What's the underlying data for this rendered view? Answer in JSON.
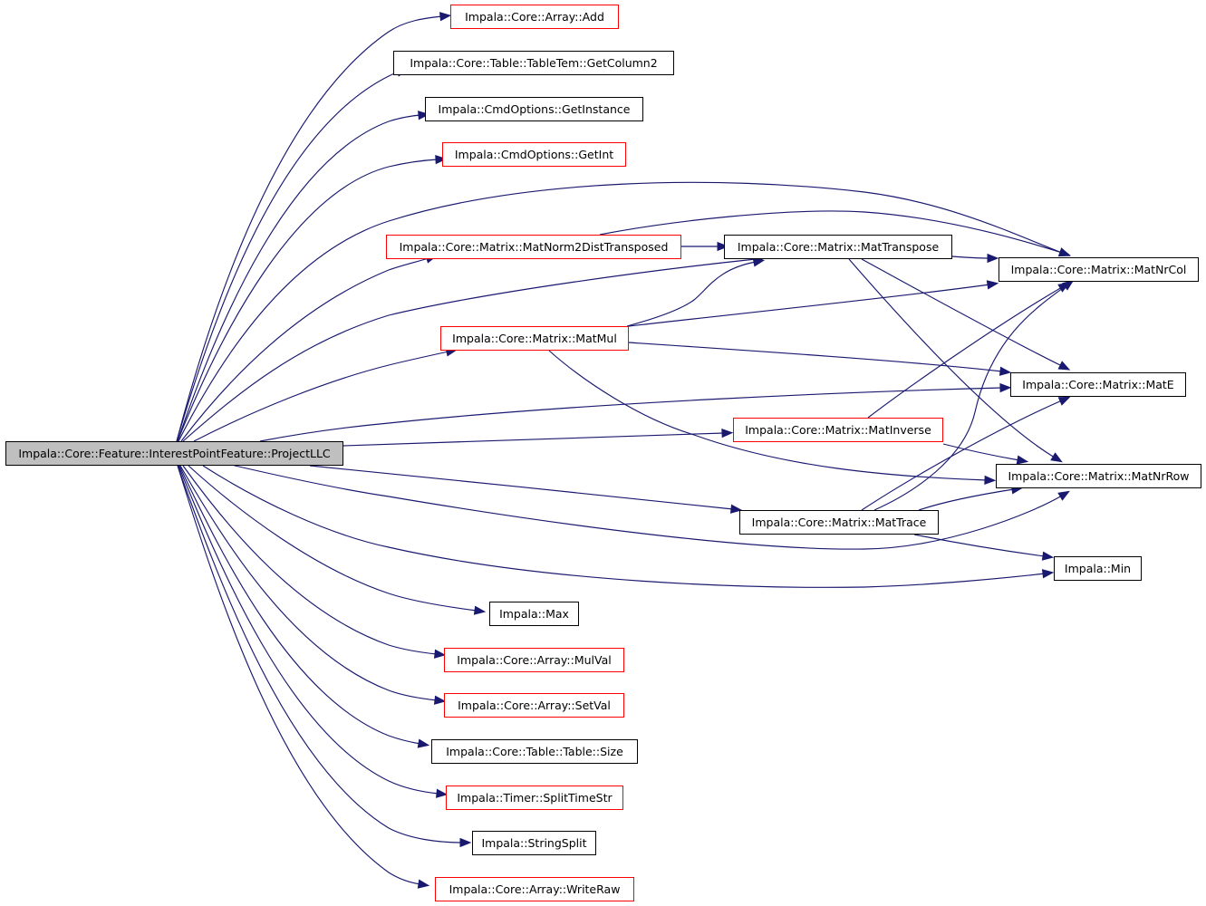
{
  "colors": {
    "edge": "#191970",
    "node_border": "#000000",
    "node_border_incomplete": "#ff0000",
    "root_fill": "#bfbfbf"
  },
  "nodes": {
    "project_llc": {
      "label": "Impala::Core::Feature::InterestPointFeature::ProjectLLC"
    },
    "array_add": {
      "label": "Impala::Core::Array::Add"
    },
    "tabletem_getcolumn2": {
      "label": "Impala::Core::Table::TableTem::GetColumn2"
    },
    "cmdoptions_getinstance": {
      "label": "Impala::CmdOptions::GetInstance"
    },
    "cmdoptions_getint": {
      "label": "Impala::CmdOptions::GetInt"
    },
    "matnorm2disttransposed": {
      "label": "Impala::Core::Matrix::MatNorm2DistTransposed"
    },
    "mattranspose": {
      "label": "Impala::Core::Matrix::MatTranspose"
    },
    "matnrcol": {
      "label": "Impala::Core::Matrix::MatNrCol"
    },
    "matmul": {
      "label": "Impala::Core::Matrix::MatMul"
    },
    "mate": {
      "label": "Impala::Core::Matrix::MatE"
    },
    "matinverse": {
      "label": "Impala::Core::Matrix::MatInverse"
    },
    "matnrrow": {
      "label": "Impala::Core::Matrix::MatNrRow"
    },
    "mattrace": {
      "label": "Impala::Core::Matrix::MatTrace"
    },
    "min": {
      "label": "Impala::Min"
    },
    "max": {
      "label": "Impala::Max"
    },
    "array_mulval": {
      "label": "Impala::Core::Array::MulVal"
    },
    "array_setval": {
      "label": "Impala::Core::Array::SetVal"
    },
    "table_size": {
      "label": "Impala::Core::Table::Table::Size"
    },
    "timer_splittimestr": {
      "label": "Impala::Timer::SplitTimeStr"
    },
    "stringsplit": {
      "label": "Impala::StringSplit"
    },
    "array_writeraw": {
      "label": "Impala::Core::Array::WriteRaw"
    }
  },
  "edges": [
    [
      "project_llc",
      "array_add"
    ],
    [
      "project_llc",
      "tabletem_getcolumn2"
    ],
    [
      "project_llc",
      "cmdoptions_getinstance"
    ],
    [
      "project_llc",
      "cmdoptions_getint"
    ],
    [
      "project_llc",
      "matnorm2disttransposed"
    ],
    [
      "project_llc",
      "mattranspose"
    ],
    [
      "project_llc",
      "matnrcol"
    ],
    [
      "project_llc",
      "matmul"
    ],
    [
      "project_llc",
      "mate"
    ],
    [
      "project_llc",
      "matinverse"
    ],
    [
      "project_llc",
      "matnrrow"
    ],
    [
      "project_llc",
      "mattrace"
    ],
    [
      "project_llc",
      "min"
    ],
    [
      "project_llc",
      "max"
    ],
    [
      "project_llc",
      "array_mulval"
    ],
    [
      "project_llc",
      "array_setval"
    ],
    [
      "project_llc",
      "table_size"
    ],
    [
      "project_llc",
      "timer_splittimestr"
    ],
    [
      "project_llc",
      "stringsplit"
    ],
    [
      "project_llc",
      "array_writeraw"
    ],
    [
      "matnorm2disttransposed",
      "mattranspose"
    ],
    [
      "matnorm2disttransposed",
      "matnrcol"
    ],
    [
      "mattranspose",
      "matnrcol"
    ],
    [
      "mattranspose",
      "mate"
    ],
    [
      "mattranspose",
      "matnrrow"
    ],
    [
      "matmul",
      "mattranspose"
    ],
    [
      "matmul",
      "matnrcol"
    ],
    [
      "matmul",
      "mate"
    ],
    [
      "matmul",
      "matnrrow"
    ],
    [
      "matinverse",
      "matnrcol"
    ],
    [
      "matinverse",
      "matnrrow"
    ],
    [
      "mattrace",
      "matnrcol"
    ],
    [
      "mattrace",
      "mate"
    ],
    [
      "mattrace",
      "matnrrow"
    ],
    [
      "mattrace",
      "min"
    ]
  ]
}
